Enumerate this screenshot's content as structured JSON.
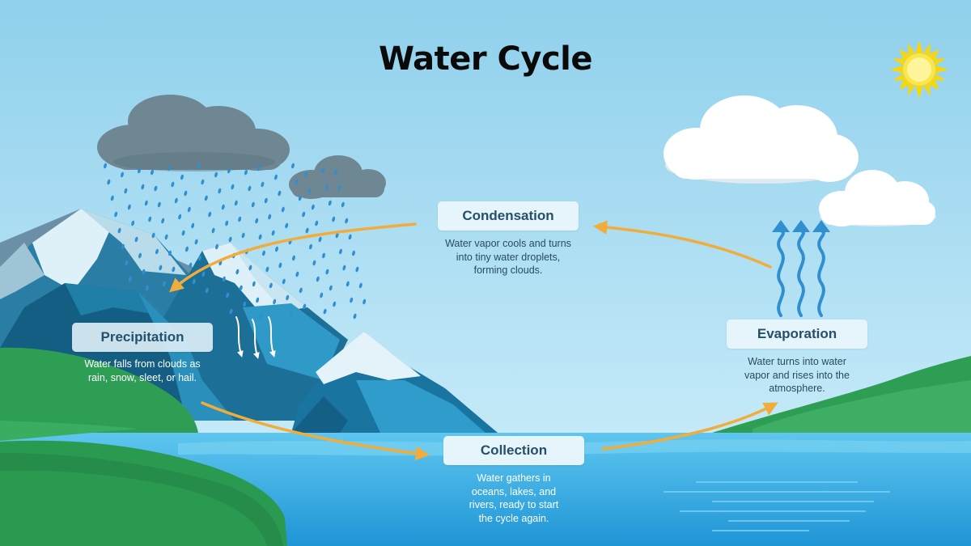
{
  "title": "Water Cycle",
  "stages": {
    "condensation": {
      "label": "Condensation",
      "description": "Water vapor cools and turns into tiny water droplets, forming clouds."
    },
    "precipitation": {
      "label": "Precipitation",
      "description": "Water falls from clouds as rain, snow, sleet, or hail."
    },
    "collection": {
      "label": "Collection",
      "description": "Water gathers in oceans, lakes, and rivers, ready to start the cycle again."
    },
    "evaporation": {
      "label": "Evaporation",
      "description": "Water turns into water vapor and rises into the atmosphere."
    }
  },
  "colors": {
    "sky_top": "#8fd0ec",
    "sky_bottom": "#cdeefb",
    "arrow": "#f0ad3c",
    "label_box": "#e6f4fb",
    "label_text": "#24506a",
    "water": "#29a6e3",
    "grass": "#2f9e55",
    "mountain": "#1f7fa6",
    "snow": "#dff1f8",
    "storm_cloud": "#6e8792",
    "sun": "#f6d611"
  },
  "icons": [
    "sun-icon",
    "storm-cloud-icon",
    "white-cloud-icon",
    "raindrop-icon",
    "vapor-arrow-icon",
    "cycle-arrow-icon"
  ]
}
